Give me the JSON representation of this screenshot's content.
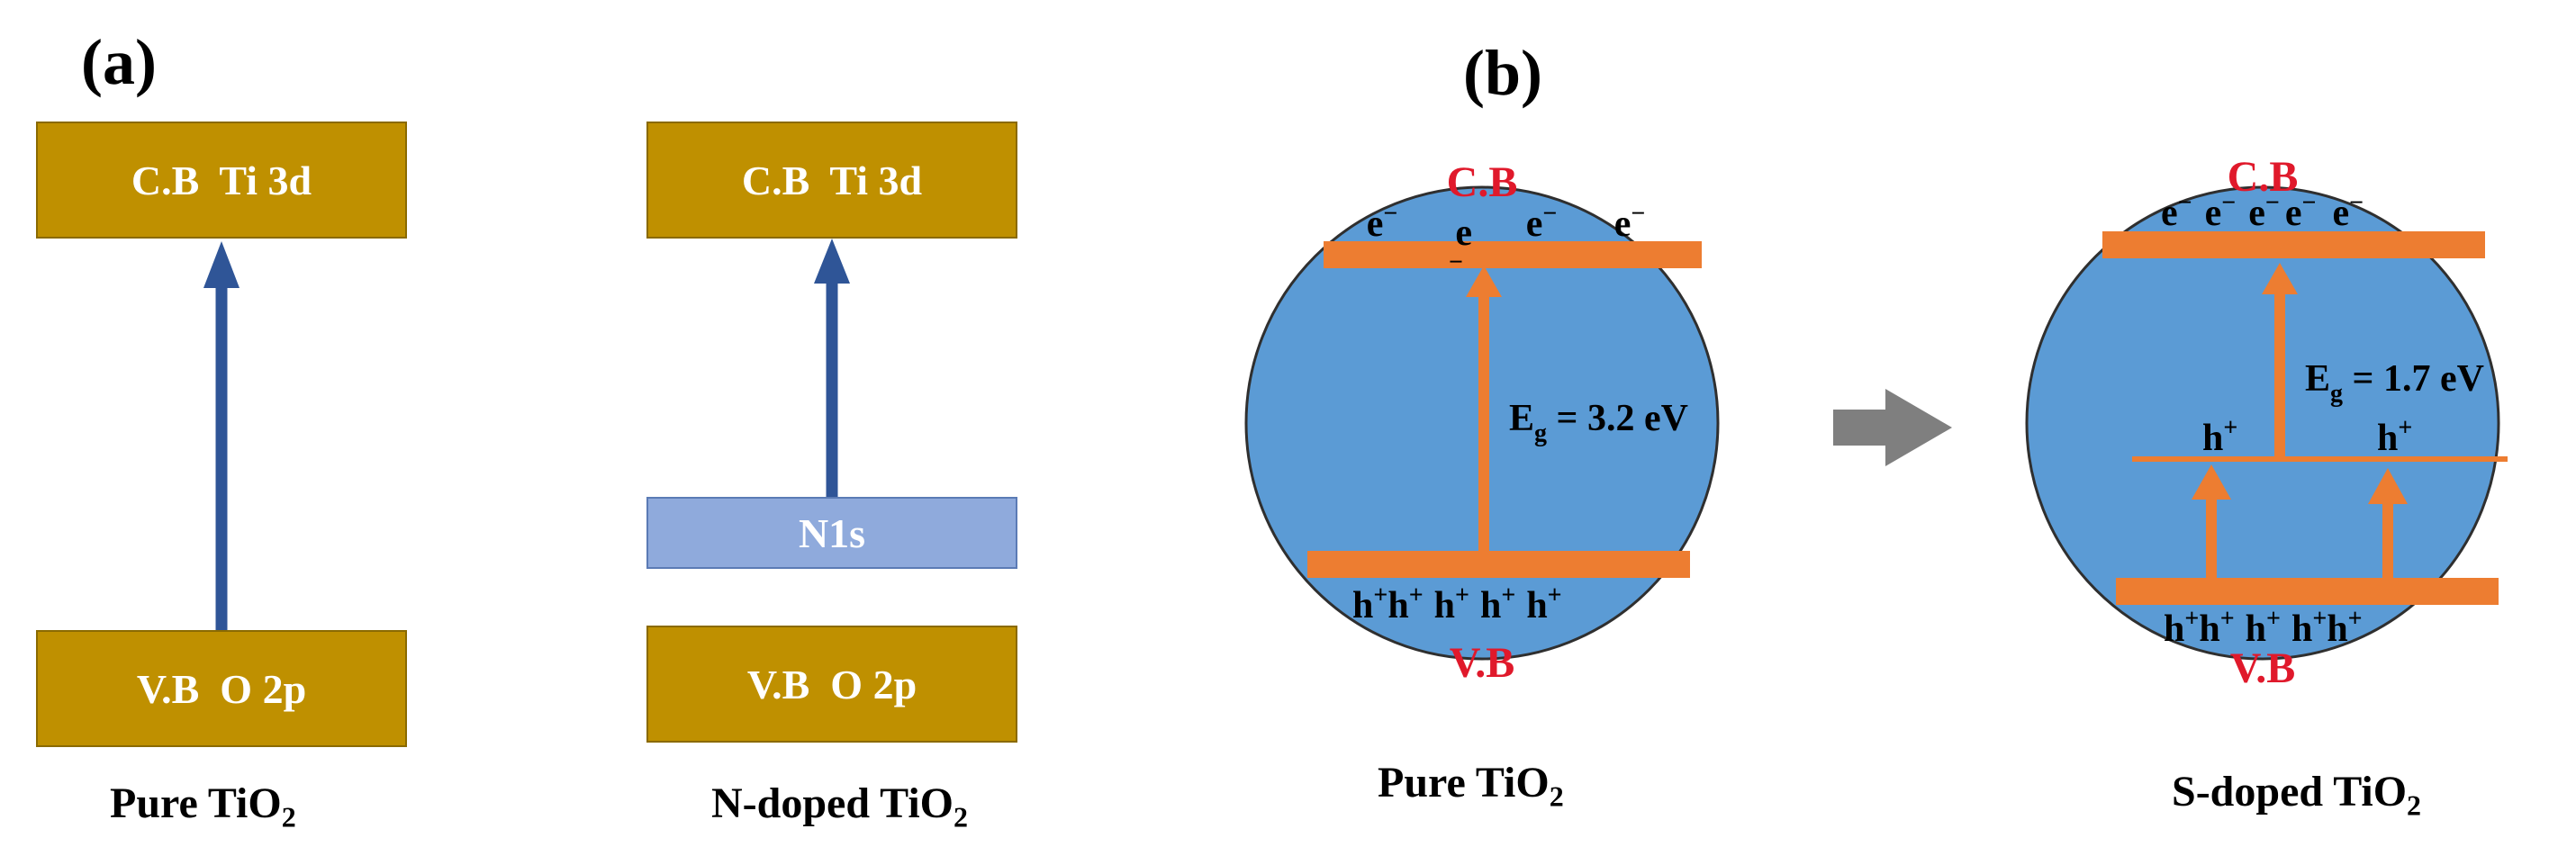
{
  "panel_a": {
    "label": "(a)",
    "pure": {
      "cb_label": "C.B  Ti 3d",
      "vb_label": "V.B  O 2p",
      "caption_main": "Pure TiO",
      "caption_sub": "2"
    },
    "ndoped": {
      "cb_label": "C.B  Ti 3d",
      "mid_label": "N1s",
      "vb_label": "V.B  O 2p",
      "caption_main": "N-doped TiO",
      "caption_sub": "2"
    }
  },
  "panel_b": {
    "label": "(b)",
    "pure": {
      "cb_label": "C.B",
      "vb_label": "V.B",
      "electrons": [
        "e",
        "e",
        "e",
        "e"
      ],
      "electron_sup": "−",
      "holes": [
        "h",
        "h",
        "h",
        "h",
        "h"
      ],
      "hole_sup": "+",
      "eg_main": "E",
      "eg_sub": "g",
      "eg_value": " = 3.2 eV",
      "caption_main": "Pure TiO",
      "caption_sub": "2"
    },
    "sdoped": {
      "cb_label": "C.B",
      "vb_label": "V.B",
      "electrons": [
        "e",
        "e",
        "e",
        "e",
        "e"
      ],
      "electron_sup": "−",
      "holes": [
        "h",
        "h",
        "h",
        "h",
        "h"
      ],
      "hole_sup": "+",
      "mid_holes": [
        "h",
        "h"
      ],
      "eg_main": "E",
      "eg_sub": "g",
      "eg_value": " = 1.7 eV",
      "caption_main": "S-doped TiO",
      "caption_sub": "2"
    }
  },
  "colors": {
    "band_gold": "#bf9000",
    "n_band": "#8faadc",
    "arrow_blue": "#2f5597",
    "circle_fill": "#5b9bd5",
    "level_orange": "#ed7d31",
    "label_red": "#e0192b",
    "arrow_gray": "#7f7f7f"
  }
}
